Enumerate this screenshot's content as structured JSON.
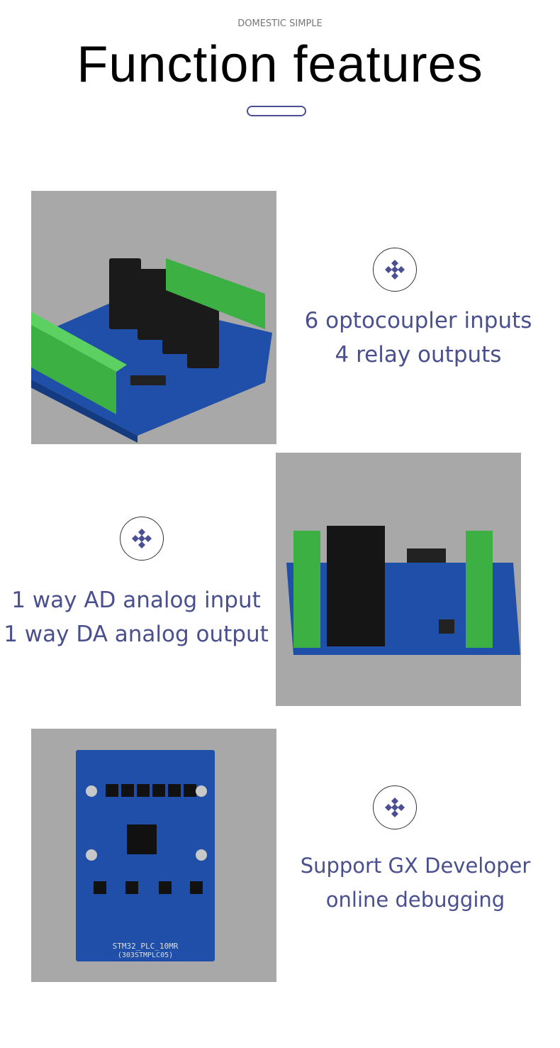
{
  "header": {
    "subtitle": "DOMESTIC SIMPLE",
    "title": "Function features"
  },
  "features": [
    {
      "lines": [
        "6 optocoupler inputs",
        "4 relay outputs"
      ],
      "icon": "diamond-cluster-icon"
    },
    {
      "lines": [
        "1 way AD analog input",
        "1 way DA analog output"
      ],
      "icon": "diamond-cluster-icon"
    },
    {
      "lines": [
        "Support GX Developer",
        "online debugging"
      ],
      "icon": "diamond-cluster-icon"
    }
  ],
  "board_marking": {
    "line1": "STM32_PLC_10MR",
    "line2": "(303STMPLC05)"
  },
  "colors": {
    "accent": "#4a4f8e",
    "panel": "#a8a8a8",
    "pcb": "#1f4fa8",
    "terminal": "#3cb043",
    "relay": "#1a1a1a"
  }
}
